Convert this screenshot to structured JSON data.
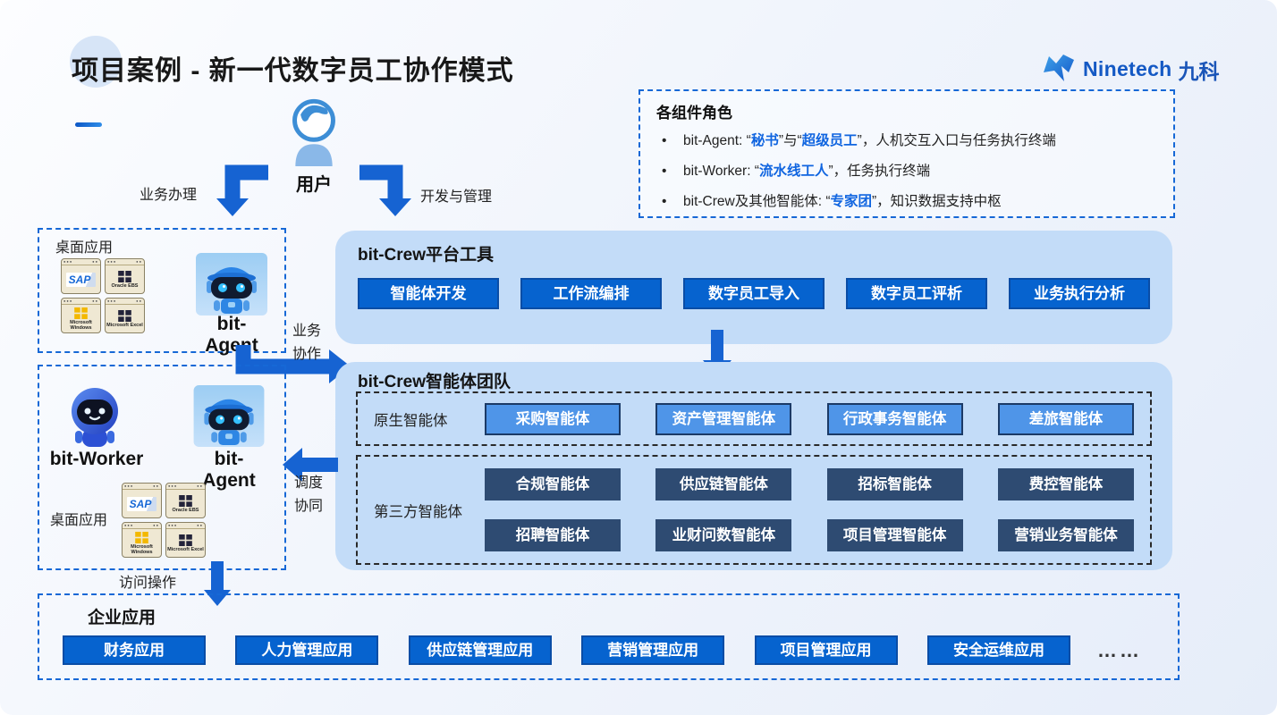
{
  "title": "项目案例 - 新一代数字员工协作模式",
  "logo": {
    "brand": "Ninetech",
    "brand_cn": "九科"
  },
  "colors": {
    "accent": "#1668d6",
    "panel": "#c3dcf8",
    "primary_btn": "#0663cf",
    "native_btn": "#4f95e8",
    "navy_btn": "#2e4b72",
    "highlight_text": "#1065e0"
  },
  "roles_panel": {
    "title": "各组件角色",
    "bullets": [
      {
        "segments": [
          {
            "text": "bit-Agent: “"
          },
          {
            "text": "秘书",
            "highlight": true
          },
          {
            "text": "”与“"
          },
          {
            "text": "超级员工",
            "highlight": true
          },
          {
            "text": "”，人机交互入口与任务执行终端"
          }
        ]
      },
      {
        "segments": [
          {
            "text": "bit-Worker: “"
          },
          {
            "text": "流水线工人",
            "highlight": true
          },
          {
            "text": "”，任务执行终端"
          }
        ]
      },
      {
        "segments": [
          {
            "text": "bit-Crew及其他智能体: “"
          },
          {
            "text": "专家团",
            "highlight": true
          },
          {
            "text": "”，知识数据支持中枢"
          }
        ]
      }
    ]
  },
  "user": {
    "label": "用户",
    "left_arrow_label": "业务办理",
    "right_arrow_label": "开发与管理"
  },
  "desktop_box": {
    "label": "桌面应用",
    "agent_label": "bit-Agent",
    "apps": [
      {
        "icon": "sap",
        "label": "SAP"
      },
      {
        "icon": "windows-dark",
        "label": "Oracle EBS"
      },
      {
        "icon": "windows-yellow",
        "label": "Microsoft Windows"
      },
      {
        "icon": "windows-dark",
        "label": "Microsoft Excel"
      }
    ]
  },
  "platform_panel": {
    "title": "bit-Crew平台工具",
    "buttons": [
      "智能体开发",
      "工作流编排",
      "数字员工导入",
      "数字员工评析",
      "业务执行分析"
    ]
  },
  "team_panel": {
    "title": "bit-Crew智能体团队",
    "native": {
      "label": "原生智能体",
      "buttons": [
        "采购智能体",
        "资产管理智能体",
        "行政事务智能体",
        "差旅智能体"
      ]
    },
    "third_party": {
      "label": "第三方智能体",
      "rows": [
        [
          "合规智能体",
          "供应链智能体",
          "招标智能体",
          "费控智能体"
        ],
        [
          "招聘智能体",
          "业财问数智能体",
          "项目管理智能体",
          "营销业务智能体"
        ]
      ]
    }
  },
  "worker_box": {
    "worker_label": "bit-Worker",
    "agent_label": "bit-Agent",
    "desktop_label": "桌面应用",
    "apps": [
      {
        "icon": "sap",
        "label": "SAP"
      },
      {
        "icon": "windows-dark",
        "label": "Oracle EBS"
      },
      {
        "icon": "windows-yellow",
        "label": "Microsoft Windows"
      },
      {
        "icon": "windows-dark",
        "label": "Microsoft Excel"
      }
    ]
  },
  "flow_labels": {
    "collaboration": "业务协作",
    "dispatch": "调度协同",
    "access": "访问操作"
  },
  "enterprise_panel": {
    "title": "企业应用",
    "buttons": [
      "财务应用",
      "人力管理应用",
      "供应链管理应用",
      "营销管理应用",
      "项目管理应用",
      "安全运维应用"
    ],
    "more": "……"
  }
}
